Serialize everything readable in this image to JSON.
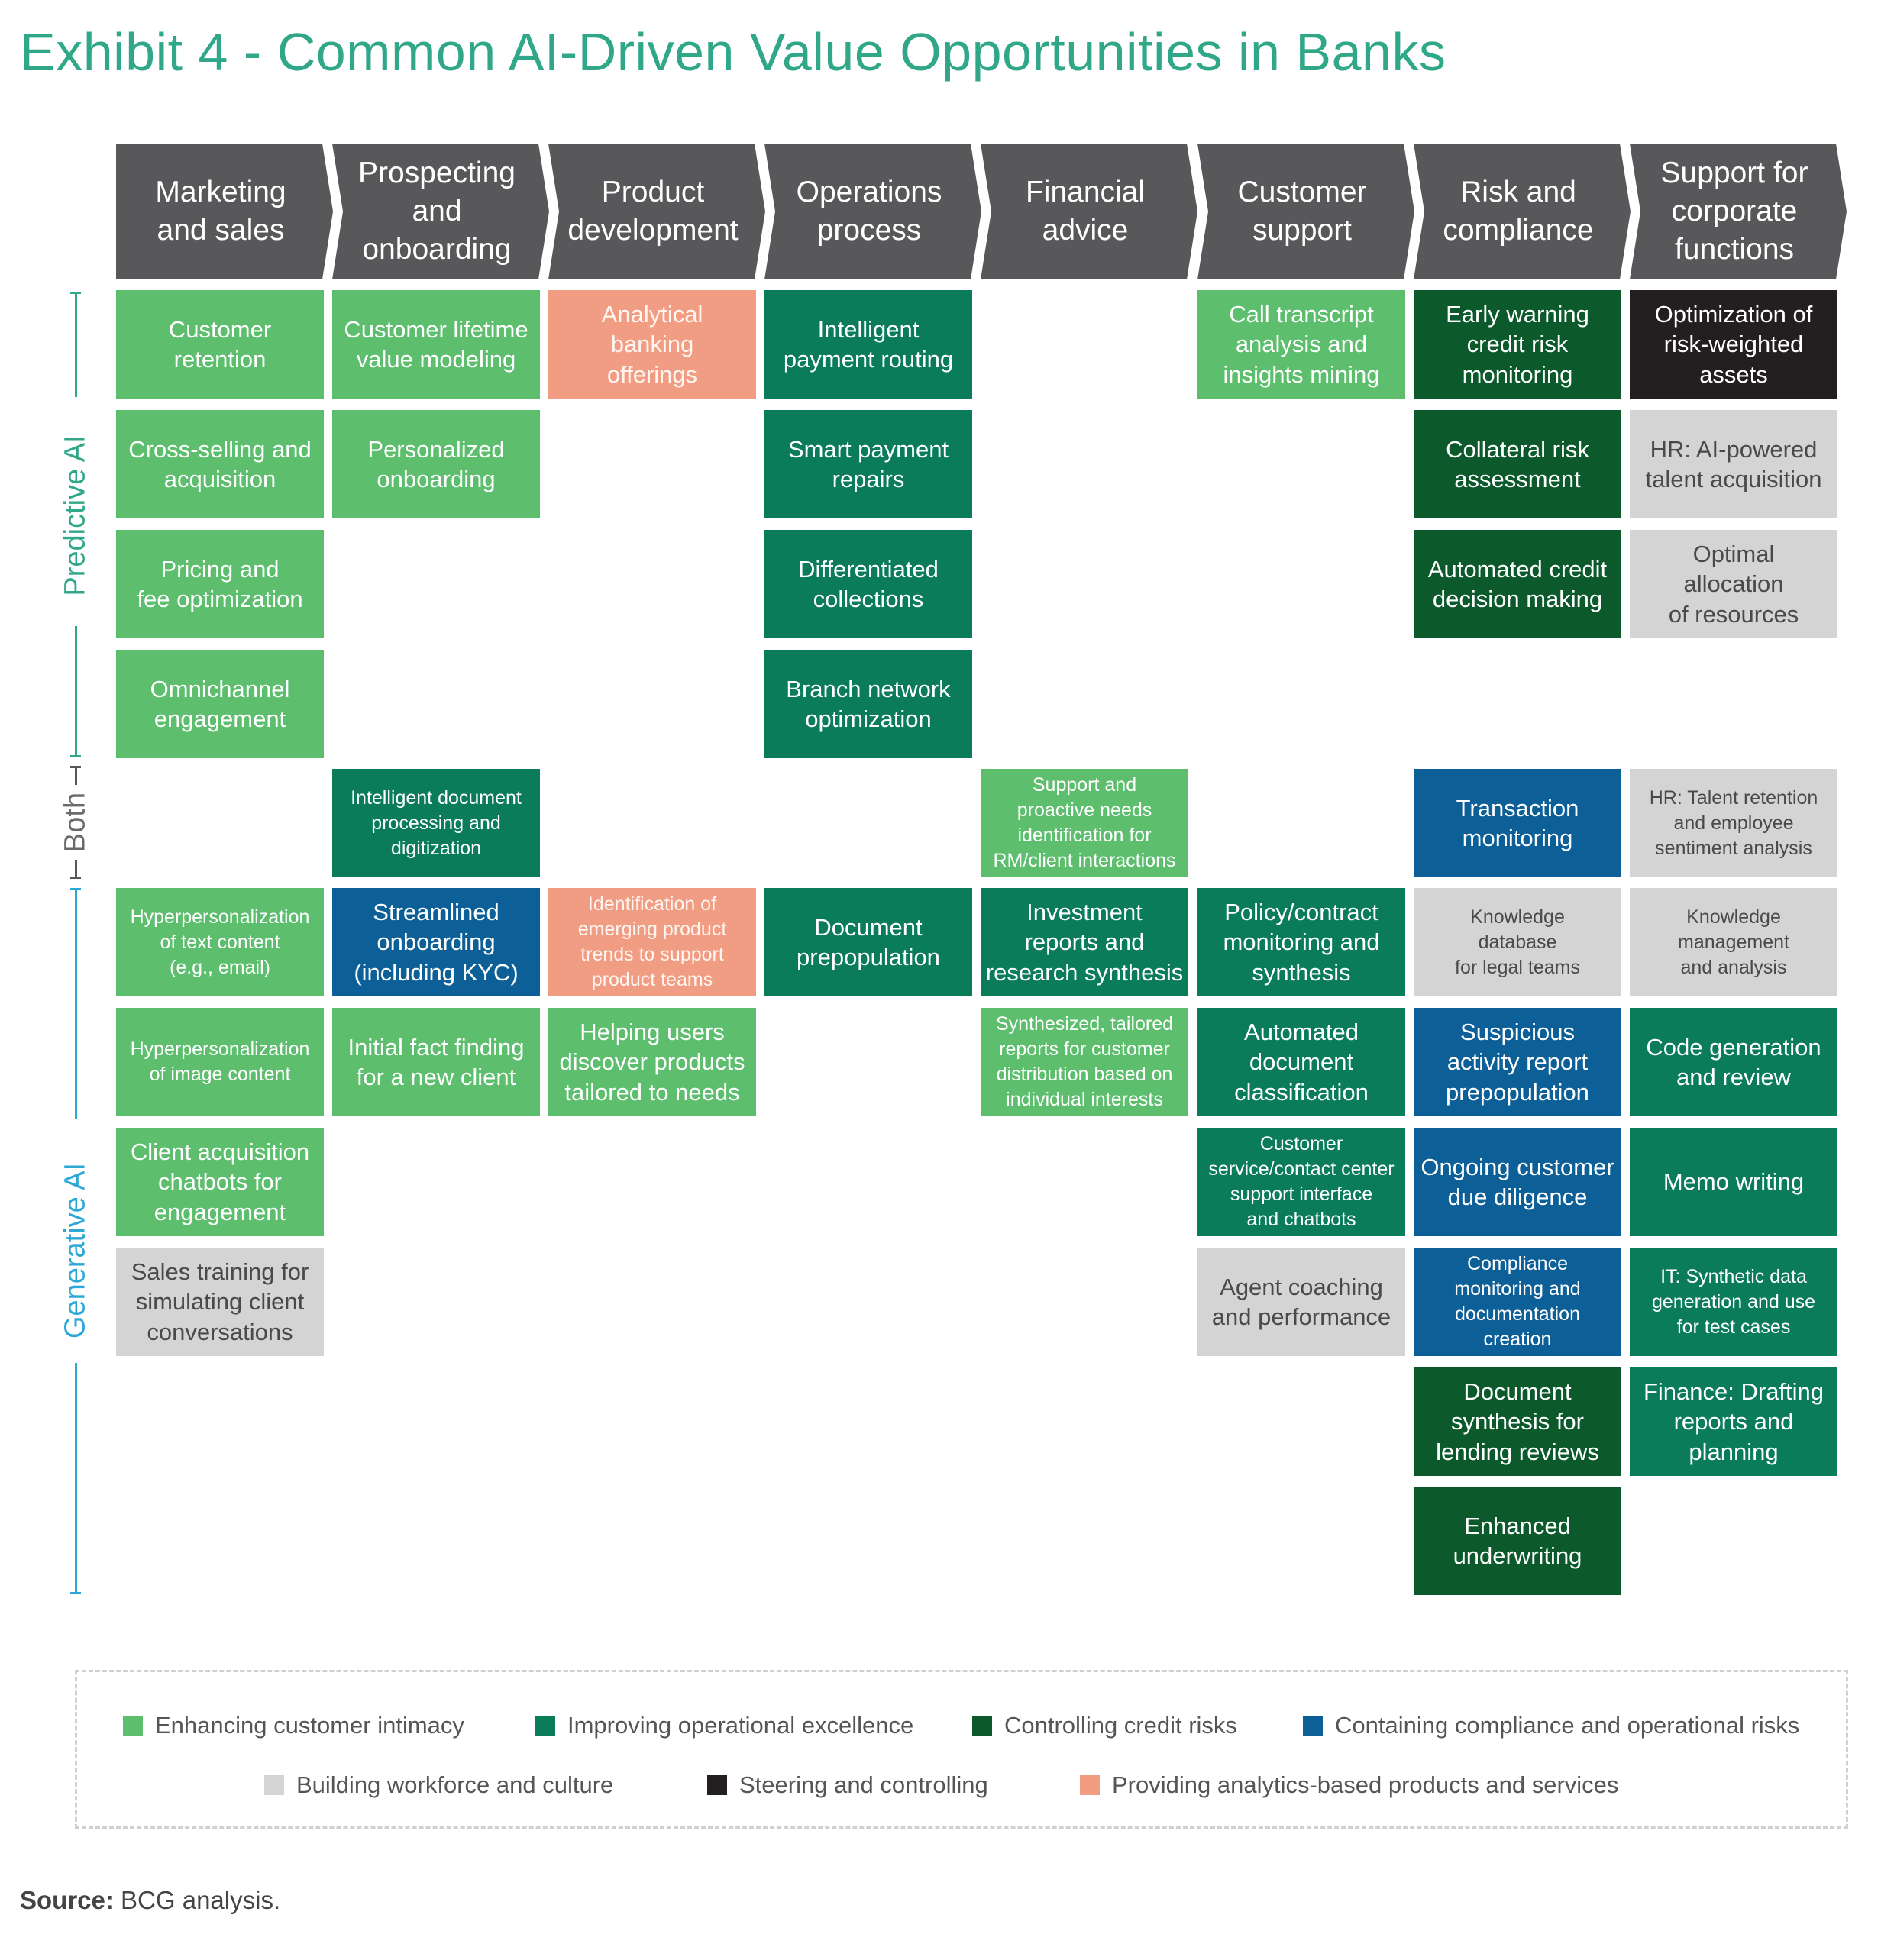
{
  "title": "Exhibit 4 - Common AI-Driven Value Opportunities in Banks",
  "headers": [
    "Marketing\nand sales",
    "Prospecting\nand\nonboarding",
    "Product\ndevelopment",
    "Operations\nprocess",
    "Financial\nadvice",
    "Customer\nsupport",
    "Risk and\ncompliance",
    "Support for\ncorporate\nfunctions"
  ],
  "axis": {
    "predictive": "Predictive AI",
    "both": "Both",
    "generative": "Generative AI"
  },
  "colors": {
    "customer_intimacy": "#5dbe6e",
    "operational_excellence": "#0a7c5a",
    "credit_risks": "#0c5a2c",
    "compliance_risks": "#0d5f98",
    "workforce_culture": "#d4d4d5",
    "steering_controlling": "#231f20",
    "analytics_products": "#f19d83",
    "title": "#2fa788",
    "generative_axis": "#2ba8d6"
  },
  "columns": [
    [
      {
        "text": "Customer\nretention",
        "cat": "ci"
      },
      {
        "text": "Cross-selling and\nacquisition",
        "cat": "ci"
      },
      {
        "text": "Pricing and\nfee optimization",
        "cat": "ci"
      },
      {
        "text": "Omnichannel\nengagement",
        "cat": "ci"
      },
      null,
      {
        "text": "Hyperpersonalization\nof text content\n(e.g., email)",
        "cat": "ci",
        "small": true
      },
      {
        "text": "Hyperpersonalization\nof image content",
        "cat": "ci",
        "small": true
      },
      {
        "text": "Client acquisition\nchatbots for\nengagement",
        "cat": "ci"
      },
      {
        "text": "Sales training for\nsimulating client\nconversations",
        "cat": "wf"
      },
      null,
      null
    ],
    [
      {
        "text": "Customer lifetime\nvalue modeling",
        "cat": "ci"
      },
      {
        "text": "Personalized\nonboarding",
        "cat": "ci"
      },
      null,
      null,
      {
        "text": "Intelligent document\nprocessing and\ndigitization",
        "cat": "oe",
        "small": true
      },
      {
        "text": "Streamlined\nonboarding\n(including KYC)",
        "cat": "co"
      },
      {
        "text": "Initial fact finding\nfor a new client",
        "cat": "ci"
      },
      null,
      null,
      null,
      null
    ],
    [
      {
        "text": "Analytical\nbanking\nofferings",
        "cat": "pa"
      },
      null,
      null,
      null,
      null,
      {
        "text": "Identification of\nemerging product\ntrends to support\nproduct teams",
        "cat": "pa",
        "small": true
      },
      {
        "text": "Helping users\ndiscover products\ntailored to needs",
        "cat": "ci"
      },
      null,
      null,
      null,
      null
    ],
    [
      {
        "text": "Intelligent\npayment routing",
        "cat": "oe"
      },
      {
        "text": "Smart payment\nrepairs",
        "cat": "oe"
      },
      {
        "text": "Differentiated\ncollections",
        "cat": "oe"
      },
      {
        "text": "Branch network\noptimization",
        "cat": "oe"
      },
      null,
      {
        "text": "Document\nprepopulation",
        "cat": "oe"
      },
      null,
      null,
      null,
      null,
      null
    ],
    [
      null,
      null,
      null,
      null,
      {
        "text": "Support and\nproactive needs\nidentification for\nRM/client interactions",
        "cat": "ci",
        "small": true
      },
      {
        "text": "Investment\nreports and\nresearch synthesis",
        "cat": "oe"
      },
      {
        "text": "Synthesized, tailored\nreports for customer\ndistribution based on\nindividual interests",
        "cat": "ci",
        "small": true
      },
      null,
      null,
      null,
      null
    ],
    [
      {
        "text": "Call transcript\nanalysis and\ninsights mining",
        "cat": "ci"
      },
      null,
      null,
      null,
      null,
      {
        "text": "Policy/contract\nmonitoring and\nsynthesis",
        "cat": "oe"
      },
      {
        "text": "Automated\ndocument\nclassification",
        "cat": "oe"
      },
      {
        "text": "Customer\nservice/contact center\nsupport interface\nand chatbots",
        "cat": "oe",
        "small": true
      },
      {
        "text": "Agent coaching\nand performance",
        "cat": "wf"
      },
      null,
      null
    ],
    [
      {
        "text": "Early warning\ncredit risk\nmonitoring",
        "cat": "cr"
      },
      {
        "text": "Collateral risk\nassessment",
        "cat": "cr"
      },
      {
        "text": "Automated credit\ndecision making",
        "cat": "cr"
      },
      null,
      {
        "text": "Transaction\nmonitoring",
        "cat": "co"
      },
      {
        "text": "Knowledge\ndatabase\nfor legal teams",
        "cat": "wf",
        "small": true
      },
      {
        "text": "Suspicious\nactivity report\nprepopulation",
        "cat": "co"
      },
      {
        "text": "Ongoing customer\ndue diligence",
        "cat": "co"
      },
      {
        "text": "Compliance\nmonitoring and\ndocumentation\ncreation",
        "cat": "co",
        "small": true
      },
      {
        "text": "Document\nsynthesis for\nlending reviews",
        "cat": "cr"
      },
      {
        "text": "Enhanced\nunderwriting",
        "cat": "cr"
      }
    ],
    [
      {
        "text": "Optimization of\nrisk-weighted\nassets",
        "cat": "sc"
      },
      {
        "text": "HR: AI-powered\ntalent acquisition",
        "cat": "wf"
      },
      {
        "text": "Optimal\nallocation\nof resources",
        "cat": "wf"
      },
      null,
      {
        "text": "HR: Talent retention\nand employee\nsentiment analysis",
        "cat": "wf",
        "small": true
      },
      {
        "text": "Knowledge\nmanagement\nand analysis",
        "cat": "wf",
        "small": true
      },
      {
        "text": "Code generation\nand review",
        "cat": "oe"
      },
      {
        "text": "Memo writing",
        "cat": "oe"
      },
      {
        "text": "IT: Synthetic data\ngeneration and use\nfor test cases",
        "cat": "oe",
        "small": true
      },
      {
        "text": "Finance: Drafting\nreports and\nplanning",
        "cat": "oe"
      },
      null
    ]
  ],
  "legend": [
    {
      "cat": "ci",
      "label": "Enhancing customer intimacy"
    },
    {
      "cat": "oe",
      "label": "Improving operational excellence"
    },
    {
      "cat": "cr",
      "label": "Controlling credit risks"
    },
    {
      "cat": "co",
      "label": "Containing compliance and operational risks"
    },
    {
      "cat": "wf",
      "label": "Building workforce and culture"
    },
    {
      "cat": "sc",
      "label": "Steering and controlling"
    },
    {
      "cat": "pa",
      "label": "Providing analytics-based products and services"
    }
  ],
  "source": {
    "prefix": "Source:",
    "text": " BCG analysis."
  }
}
